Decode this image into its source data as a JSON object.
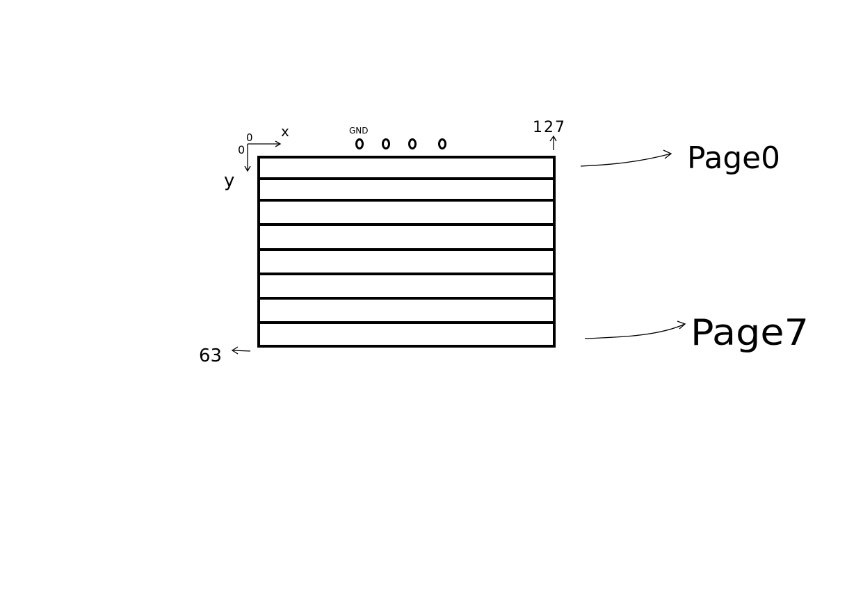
{
  "diagram": {
    "connector": {
      "label": "GND",
      "pin_count": 4
    },
    "axes": {
      "x_label": "x",
      "y_label": "y",
      "origin_label_a": "0",
      "origin_label_b": "0",
      "x_max_label": "127",
      "y_max_label": "63"
    },
    "pages": {
      "count": 8,
      "first_label": "Page0",
      "last_label": "Page7"
    }
  }
}
